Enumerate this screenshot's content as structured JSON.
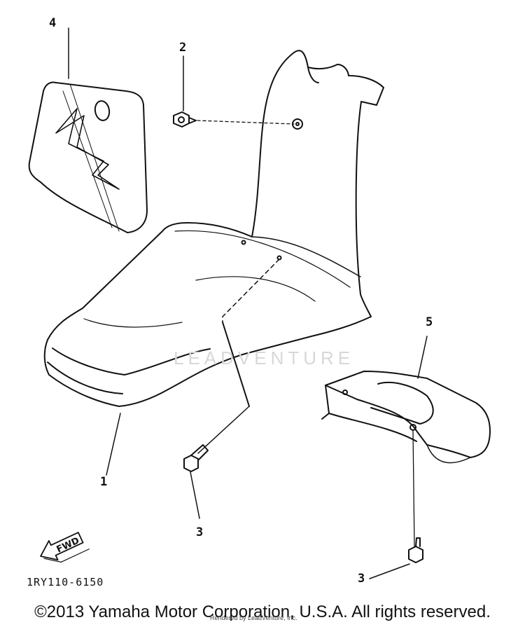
{
  "diagram": {
    "callouts": [
      {
        "id": "1",
        "label": "1"
      },
      {
        "id": "2",
        "label": "2"
      },
      {
        "id": "3a",
        "label": "3"
      },
      {
        "id": "3b",
        "label": "3"
      },
      {
        "id": "4",
        "label": "4"
      },
      {
        "id": "5",
        "label": "5"
      }
    ],
    "fwd_arrow_label": "FWD",
    "drawing_code": "1RY110-6150",
    "watermark": "LEADVENTURE"
  },
  "footer": {
    "copyright": "©2013 Yamaha Motor Corporation, U.S.A. All rights reserved.",
    "rendered_note": "Rendered by LeadVenture, Inc."
  }
}
